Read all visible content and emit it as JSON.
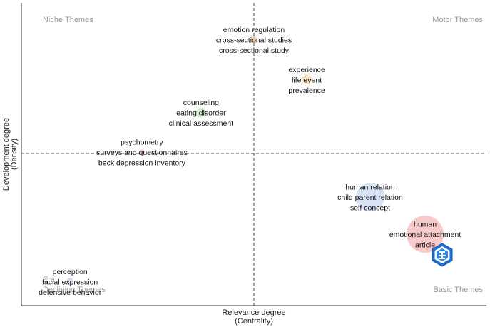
{
  "chart_data": {
    "type": "scatter",
    "title": "",
    "xlabel": "Relevance degree",
    "xlabel_sub": "(Centrality)",
    "ylabel": "Development degree",
    "ylabel_sub": "(Density)",
    "grid": false,
    "quadrants": {
      "top_left": "Niche Themes",
      "top_right": "Motor Themes",
      "bottom_left": "Declining Themes",
      "bottom_left_faded": "Em",
      "bottom_right": "Basic Themes"
    },
    "clusters": [
      {
        "id": "emotion",
        "x": 0.0,
        "y": 0.86,
        "size": 5,
        "color": "#f2c9a6",
        "labels": [
          "emotion regulation",
          "cross-sectional studies",
          "cross-sectional study"
        ]
      },
      {
        "id": "experience",
        "x": 0.25,
        "y": 0.56,
        "size": 7,
        "color": "#f7d6a9",
        "labels": [
          "experience",
          "life event",
          "prevalence"
        ]
      },
      {
        "id": "counseling",
        "x": -0.25,
        "y": 0.31,
        "size": 7,
        "color": "#c6e6c0",
        "labels": [
          "counseling",
          "eating disorder",
          "clinical assessment"
        ]
      },
      {
        "id": "psychometry",
        "x": -0.53,
        "y": 0.01,
        "size": 4,
        "color": "#e8b8cf",
        "labels": [
          "psychometry",
          "surveys and questionnaires",
          "beck depression inventory"
        ]
      },
      {
        "id": "human-relation",
        "x": 0.55,
        "y": -0.33,
        "size": 20,
        "color": "#c8daf0",
        "labels": [
          "human relation",
          "child parent relation",
          "self concept"
        ]
      },
      {
        "id": "human",
        "x": 0.81,
        "y": -0.61,
        "size": 26,
        "color": "#f6b8b8",
        "labels": [
          "human",
          "emotional attachment",
          "article"
        ]
      },
      {
        "id": "perception",
        "x": -0.87,
        "y": -0.97,
        "size": 5,
        "color": "#d4c8e4",
        "labels": [
          "perception",
          "facial expression",
          "defensive behavior"
        ]
      }
    ],
    "xlim": [
      -1.1,
      1.1
    ],
    "ylim": [
      -1.15,
      1.15
    ]
  },
  "logo_icon": "hexagon-logo-icon"
}
